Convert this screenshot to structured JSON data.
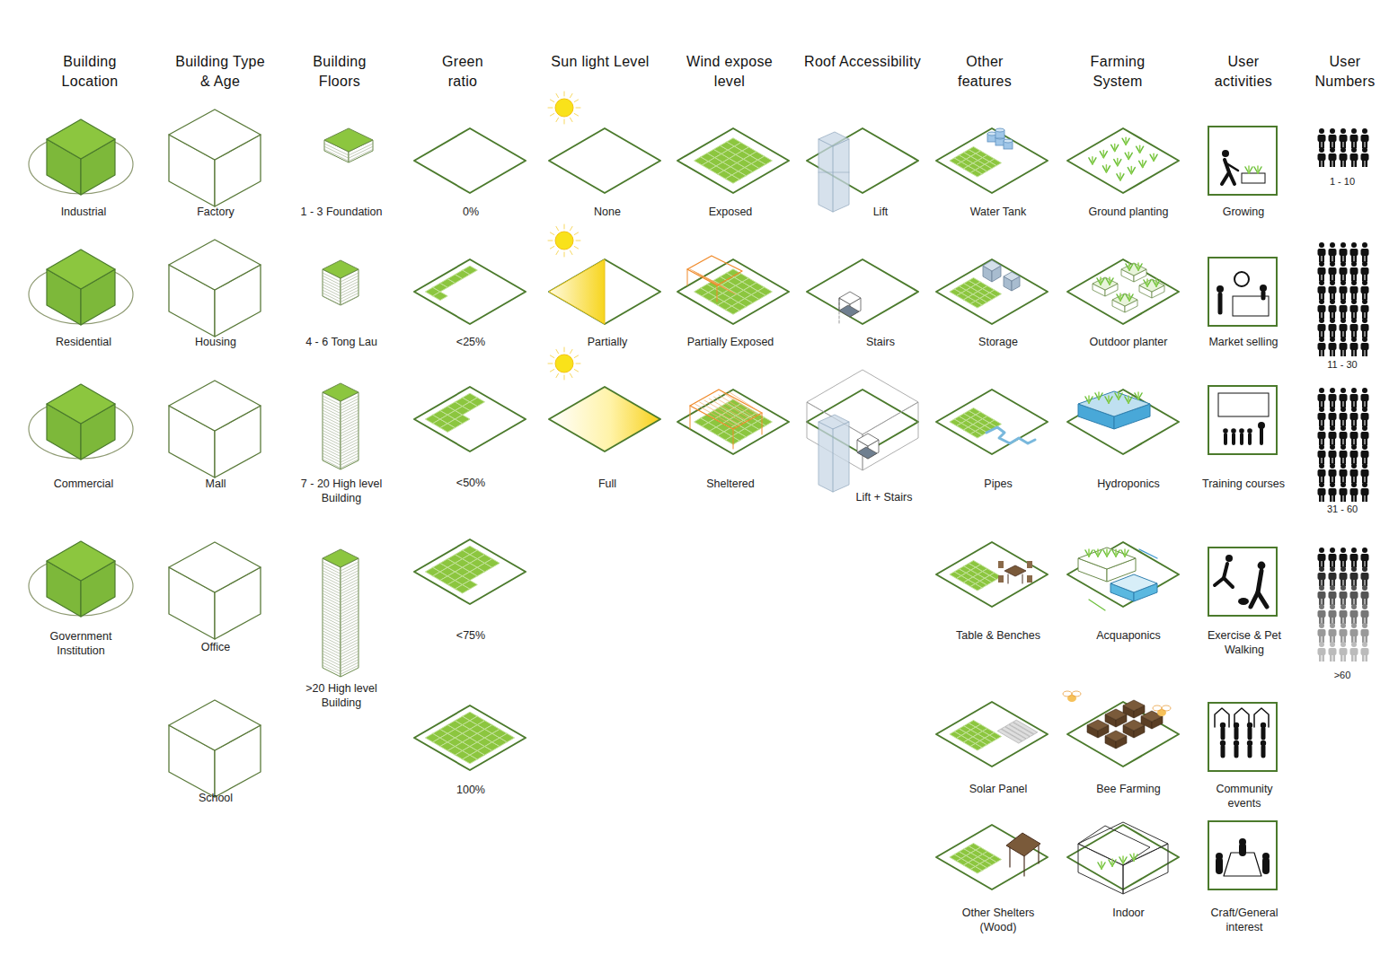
{
  "diagram": {
    "labels": [
      "Building Location",
      "Building Type & Age",
      "Building Floors",
      "Green ratio",
      "Sun light Level",
      "Wind expose level",
      "Roof Accessibility",
      "Other features",
      "Farming System",
      "User activities",
      "User Numbers",
      "Industrial",
      "Factory",
      "1 - 3 Foundation",
      "0%",
      "None",
      "Exposed",
      "Lift",
      "Water Tank",
      "Ground planting",
      "Growing",
      "1 - 10",
      "Residential",
      "Housing",
      "4 - 6 Tong Lau",
      "<25%",
      "Partially",
      "Partially Exposed",
      "Stairs",
      "Storage",
      "Outdoor planter",
      "Market selling",
      "11 - 30",
      "Commercial",
      "Mall",
      "7 - 20 High level Building",
      "<50%",
      "Full",
      "Sheltered",
      "Lift + Stairs",
      "Pipes",
      "Hydroponics",
      "Training courses",
      "31 - 60",
      "Government Institution",
      "Office",
      ">20 High level Building",
      "<75%",
      "Table & Benches",
      "Acquaponics",
      "Exercise & Pet Walking",
      ">60",
      "School",
      "100%",
      "Solar Panel",
      "Bee Farming",
      "Community events",
      "Other Shelters (Wood)",
      "Indoor",
      "Craft/General interest"
    ]
  }
}
